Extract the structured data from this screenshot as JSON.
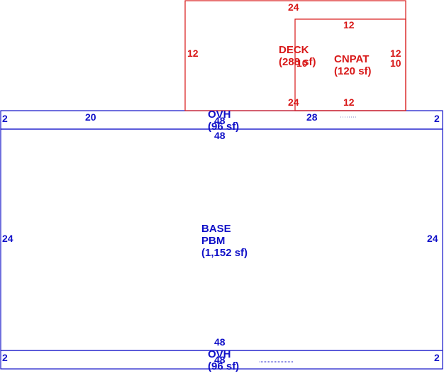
{
  "colors": {
    "structure": "#1010c8",
    "addition": "#d81818",
    "background": "#ffffff"
  },
  "areas": {
    "ovh_top": {
      "code": "OVH",
      "area": "(96 sf)"
    },
    "base": {
      "code1": "BASE",
      "code2": "PBM",
      "area": "(1,152 sf)"
    },
    "ovh_bottom": {
      "code": "OVH",
      "area": "(96 sf)"
    },
    "deck": {
      "code": "DECK",
      "area": "(288 sf)"
    },
    "cnpat": {
      "code": "CNPAT",
      "area": "(120 sf)"
    }
  },
  "dimensions": {
    "ovh_top_left": "2",
    "ovh_top_right": "2",
    "ovh_top_seg_left": "20",
    "ovh_top_seg_right": "28",
    "ovh_top_overlap": "48",
    "base_top": "48",
    "base_left": "24",
    "base_right": "24",
    "base_bottom": "48",
    "ovh_bot_left": "2",
    "ovh_bot_right": "2",
    "ovh_bot_overlap": "48",
    "deck_top": "24",
    "deck_left": "12",
    "deck_bottom": "24",
    "deck_inner": "10",
    "cnpat_top": "12",
    "cnpat_right_a": "12",
    "cnpat_right_b": "10",
    "cnpat_bottom": "12"
  }
}
